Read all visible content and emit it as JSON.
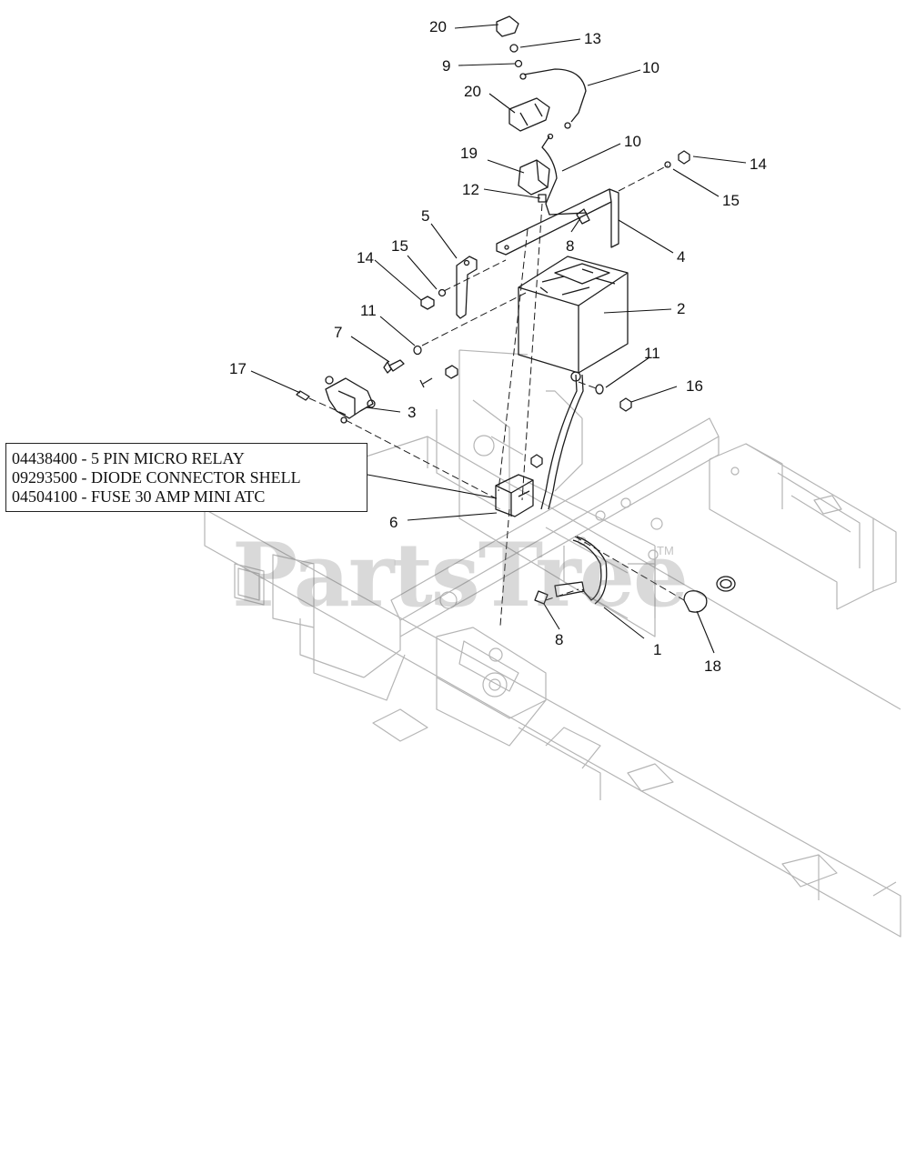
{
  "callouts": {
    "c20_top": "20",
    "c13": "13",
    "c9": "9",
    "c10_top": "10",
    "c20_mid": "20",
    "c10_mid": "10",
    "c19": "19",
    "c14_right": "14",
    "c12": "12",
    "c15_right": "15",
    "c5": "5",
    "c8_top": "8",
    "c4": "4",
    "c14_left": "14",
    "c15_left": "15",
    "c2": "2",
    "c11_left": "11",
    "c7": "7",
    "c11_right": "11",
    "c17": "17",
    "c16": "16",
    "c3": "3",
    "c6": "6",
    "c8_bottom": "8",
    "c1": "1",
    "c18": "18"
  },
  "legend": {
    "line1": "04438400 - 5 PIN MICRO RELAY",
    "line2": "09293500 - DIODE CONNECTOR SHELL",
    "line3": "04504100 - FUSE 30 AMP MINI ATC"
  },
  "watermark": {
    "text": "PartsTree",
    "tm": "TM"
  }
}
